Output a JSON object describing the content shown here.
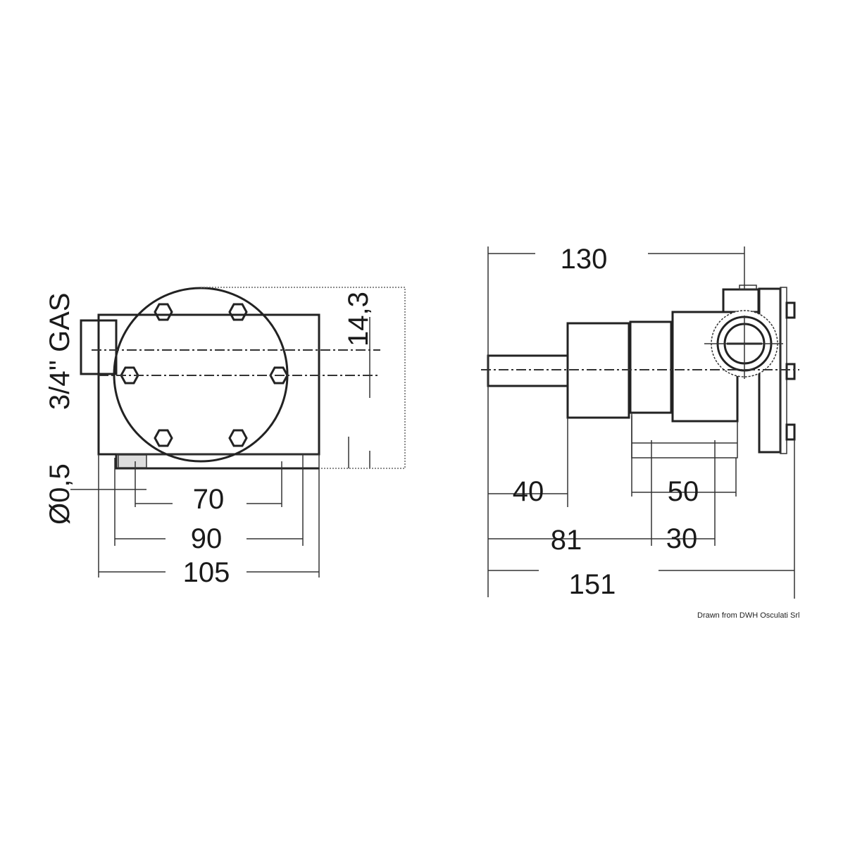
{
  "front_view": {
    "dimensions": {
      "port_thread": "3/4'' GAS",
      "diameter": "Ø0,5",
      "offset": "14,3",
      "width_inner": "70",
      "width_mid": "90",
      "width_total": "105"
    }
  },
  "side_view": {
    "dimensions": {
      "to_port": "130",
      "shaft_length": "40",
      "base_length": "50",
      "to_base_hole": "81",
      "hole_spacing": "30",
      "total_length": "151"
    }
  },
  "credit": "Drawn from DWH Osculati Srl",
  "colors": {
    "line": "#222222",
    "background": "#ffffff"
  }
}
